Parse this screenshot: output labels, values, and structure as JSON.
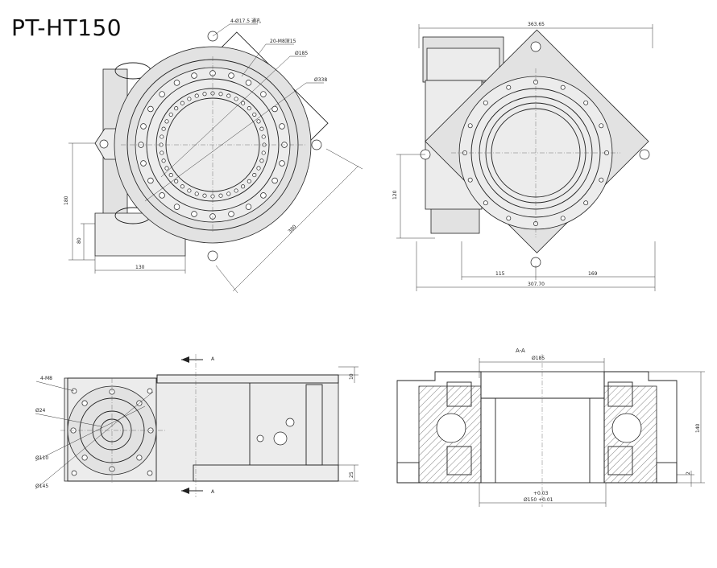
{
  "title": "PT-HT150",
  "top_left": {
    "callouts": [
      "4-Ø17.5 通孔",
      "20-M8深15",
      "Ø185",
      "Ø338"
    ],
    "dims": {
      "height_total": "180",
      "height_base": "80",
      "width_base": "130",
      "diagonal": "380"
    }
  },
  "top_right": {
    "dims": {
      "top": "363.65",
      "bottom": "307.70",
      "left_seg": "115",
      "right_seg": "169",
      "height": "120"
    }
  },
  "bottom_left": {
    "callouts": [
      "4-M8",
      "Ø24",
      "Ø110",
      "Ø145"
    ],
    "dims": {
      "top": "10",
      "bottom": "25"
    },
    "section_label": "A"
  },
  "bottom_right": {
    "section_title": "A-A",
    "dims": {
      "top": "Ø185",
      "height": "140",
      "small": "2",
      "tol_upper": "+0.03",
      "bore": "Ø150 +0.01"
    }
  }
}
